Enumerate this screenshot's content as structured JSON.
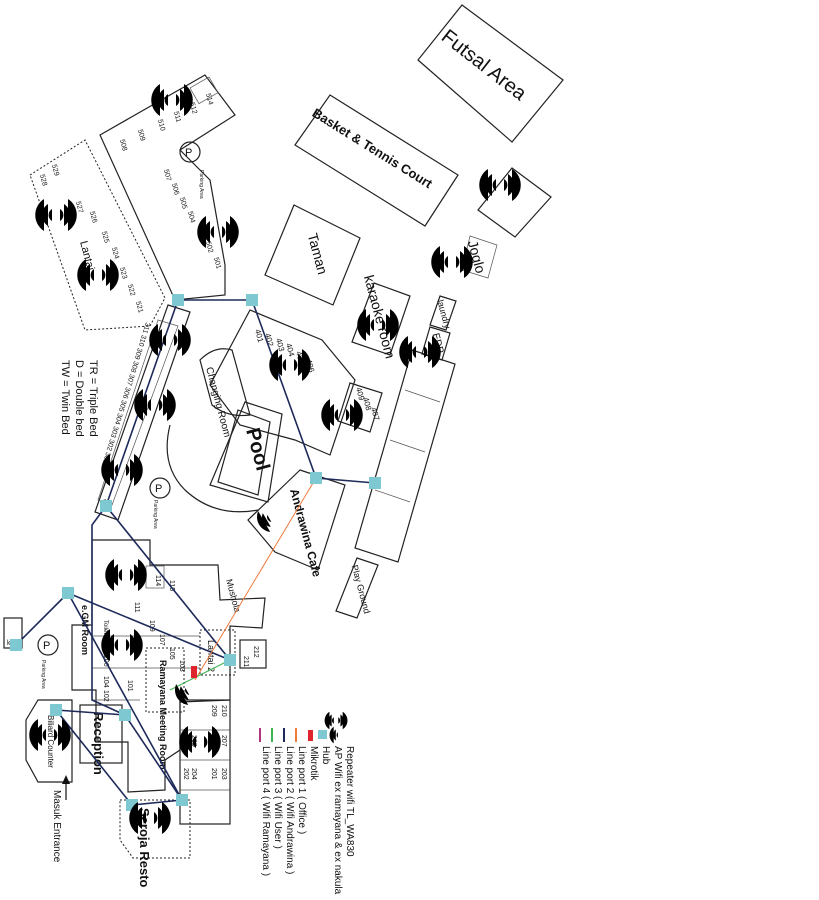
{
  "areas": {
    "futsal": "Futsal Area",
    "basket": "Basket & Tennis Court",
    "taman": "Taman",
    "joglo": "Joglo",
    "karaoke": "karaoke room",
    "laundry": "laundry",
    "edp": "EDP",
    "changing": "Changing Room",
    "pool": "Pool",
    "andrawina": "Andrawina Cafe",
    "playground": "Play Ground",
    "mushola": "Mushola",
    "ramayana": "Ramayana Meeting Room",
    "lantai2": "Lantai 2",
    "lantai": "Lantai",
    "reception": "Reception",
    "seroja": "Seroja Resto",
    "biliard": "Biliard Counter",
    "egm": "e.GM Room",
    "ksp": "ksp",
    "hk": "HK",
    "toilet": "Toilet",
    "parking": "Parking Area",
    "parking_symbol": "P",
    "entrance": "Masuk Entrance"
  },
  "rooms": {
    "r514": "514",
    "r512": "512",
    "r511": "511",
    "r510": "510",
    "r509": "509",
    "r508": "508",
    "r529": "529",
    "r528": "528",
    "r527": "527",
    "r526": "526",
    "r525": "525",
    "r524": "524",
    "r523": "523",
    "r522": "522",
    "r521": "521",
    "r507": "507",
    "r506": "506",
    "r505": "505",
    "r504": "504",
    "r503": "503",
    "r502": "502",
    "r501": "501",
    "r401": "401",
    "r402": "402",
    "r403": "403",
    "r404": "404",
    "r405": "405",
    "r406": "406",
    "r409": "409",
    "r408": "408",
    "r407": "407",
    "r311_301": "311 310 309 308 307 306 305 304 303 302 301",
    "r115": "115",
    "r114": "114",
    "r111": "111",
    "r109": "109",
    "r107": "107",
    "r105": "105",
    "r103": "103",
    "r108": "108",
    "r106": "106",
    "r104": "104",
    "r102": "102",
    "r101": "101",
    "r212": "212",
    "r211": "211",
    "r210": "210",
    "r209": "209",
    "r208": "208",
    "r207": "207",
    "r205": "205",
    "r206": "206",
    "r204": "204",
    "r202": "202",
    "r203": "203",
    "r201": "201"
  },
  "bed_abbr": {
    "tw": "TW",
    "d": "D"
  },
  "bed_legend": [
    "TW = Twin Bed",
    "D   = Double bed",
    "TR = Triple Bed"
  ],
  "network_legend": [
    {
      "symbol": "repeater",
      "label": "Repeater wifi TL_WA830"
    },
    {
      "symbol": "ap",
      "label": "AP Wifi ex ramayana & ex nakula"
    },
    {
      "symbol": "hub",
      "label": "Hub"
    },
    {
      "symbol": "mikrotik",
      "label": "Mikrotik"
    },
    {
      "symbol": "line",
      "color": "#f07a3c",
      "label": "Line port 1 ( Office )"
    },
    {
      "symbol": "line",
      "color": "#1d2a5a",
      "label": "Line port 2 ( Wifi Andrawina )"
    },
    {
      "symbol": "line",
      "color": "#3fb34f",
      "label": "Line port 3 ( Wifi User )"
    },
    {
      "symbol": "line",
      "color": "#b0357a",
      "label": "Line port 4 ( Wifi Ramayana )"
    }
  ],
  "colors": {
    "repeater": "#e0242b",
    "ap": "#27b34b",
    "hub": "#7ec8d2",
    "mikrotik": "#e0242b",
    "network_line": "#1d2a5a"
  }
}
